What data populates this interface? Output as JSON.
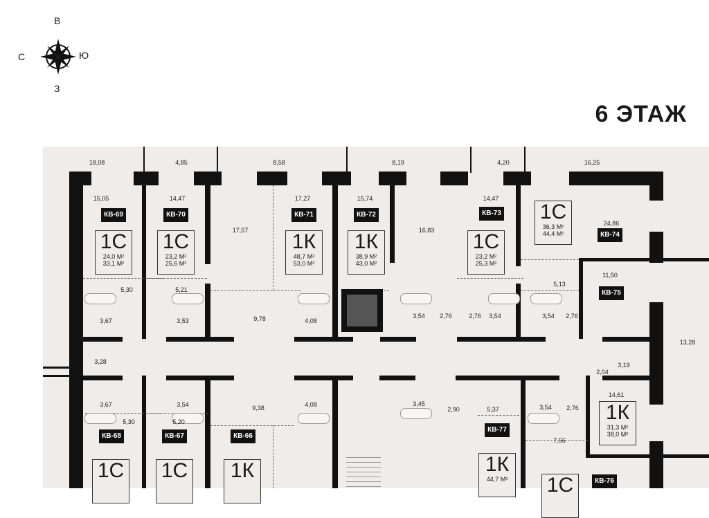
{
  "compass": {
    "north": "В",
    "west": "С",
    "east": "Ю",
    "south": "З"
  },
  "floor_title": "6 ЭТАЖ",
  "balcony_areas": [
    "18,08",
    "4,85",
    "8,58",
    "8,19",
    "4,20",
    "16,25"
  ],
  "apartments": [
    {
      "id": "КВ-69",
      "type": "1С",
      "living": "24,0 М²",
      "total": "33,1 М²"
    },
    {
      "id": "КВ-70",
      "type": "1С",
      "living": "23,2 М²",
      "total": "25,6 М²"
    },
    {
      "id": "КВ-71",
      "type": "1К",
      "living": "48,7 М²",
      "total": "53,0 М²"
    },
    {
      "id": "КВ-72",
      "type": "1К",
      "living": "38,9 М²",
      "total": "43,0 М²"
    },
    {
      "id": "КВ-73",
      "type": "1С",
      "living": "23,2 М²",
      "total": "25,3 М²"
    },
    {
      "id": "КВ-74",
      "type": "1С",
      "living": "36,3 М²",
      "total": "44,4 М²"
    },
    {
      "id": "КВ-75",
      "type": "1К",
      "living": "31,3 М²",
      "total": "38,0 М²"
    },
    {
      "id": "КВ-68",
      "type": "1С"
    },
    {
      "id": "КВ-67",
      "type": "1С"
    },
    {
      "id": "КВ-66",
      "type": "1К"
    },
    {
      "id": "КВ-77",
      "type": "1К",
      "living": "44,7 М²"
    },
    {
      "id": "КВ-76",
      "type": "1С"
    }
  ],
  "rooms": [
    "15,05",
    "14,47",
    "17,57",
    "17,27",
    "15,74",
    "16,83",
    "14,47",
    "24,86",
    "11,50",
    "5,30",
    "5,21",
    "9,78",
    "5,13",
    "3,67",
    "3,53",
    "4,08",
    "3,54",
    "2,76",
    "2,76",
    "3,54",
    "3,54",
    "2,76",
    "13,28",
    "3,28",
    "2,04",
    "3,19",
    "3,67",
    "3,54",
    "9,38",
    "4,08",
    "3,45",
    "2,90",
    "5,37",
    "3,54",
    "2,76",
    "14,61",
    "5,30",
    "5,20",
    "7,56"
  ]
}
